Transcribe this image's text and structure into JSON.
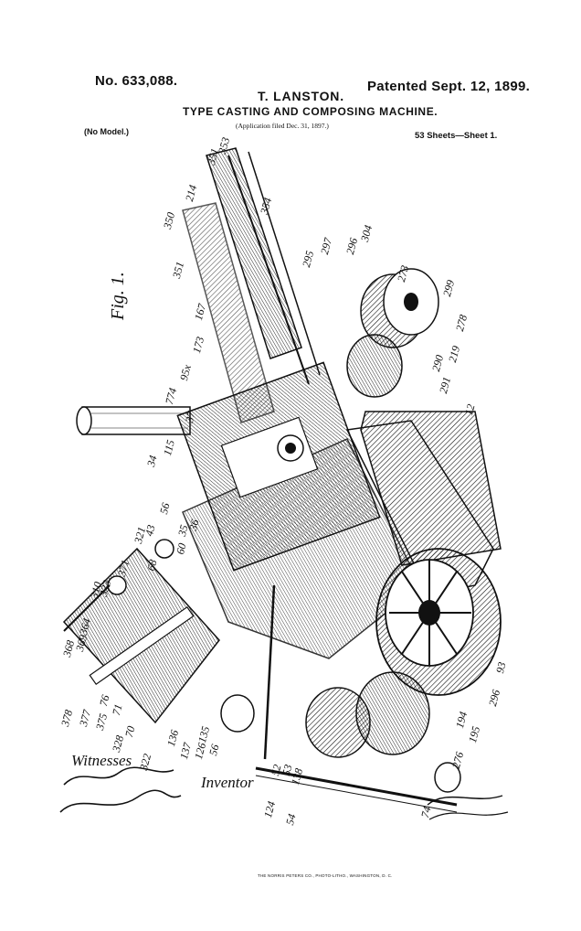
{
  "header": {
    "patent_number": "No. 633,088.",
    "patent_date": "Patented Sept. 12, 1899.",
    "inventor_name": "T. LANSTON.",
    "title": "TYPE CASTING AND COMPOSING MACHINE.",
    "application": "(Application filed Dec. 31, 1897.)",
    "model": "(No Model.)",
    "sheets": "53 Sheets—Sheet 1."
  },
  "figure": {
    "label": "Fig. 1.",
    "reference_numerals": [
      "353",
      "351",
      "214",
      "350",
      "354",
      "351",
      "297",
      "295",
      "296",
      "304",
      "273",
      "299",
      "278",
      "219",
      "290",
      "291",
      "12",
      "173",
      "167",
      "95x",
      "774",
      "37",
      "34",
      "115",
      "321",
      "56",
      "43",
      "68",
      "60",
      "35",
      "36",
      "371",
      "310",
      "364",
      "333",
      "369",
      "368",
      "378",
      "377",
      "375",
      "76",
      "71",
      "328",
      "70",
      "322",
      "136",
      "137",
      "126",
      "135",
      "56",
      "52",
      "53",
      "138",
      "124",
      "54",
      "74",
      "276",
      "195",
      "194",
      "93",
      "296"
    ]
  },
  "signatures": {
    "witnesses_label": "Witnesses",
    "inventor_label": "Inventor"
  },
  "footer": {
    "printer": "THE NORRIS PETERS CO., PHOTO-LITHO., WASHINGTON, D. C."
  }
}
